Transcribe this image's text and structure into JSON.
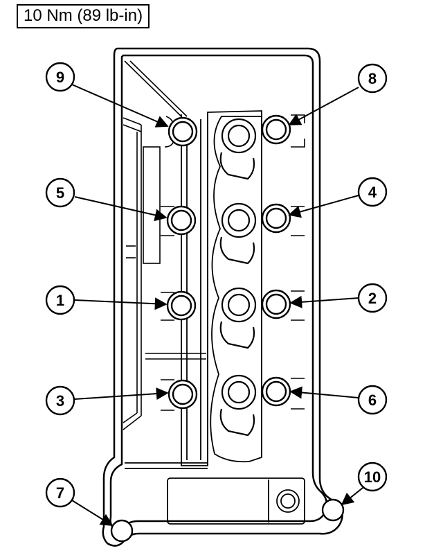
{
  "torque_spec": "10 Nm (89 lb-in)",
  "callouts": [
    {
      "key": "9",
      "label": "9"
    },
    {
      "key": "8",
      "label": "8"
    },
    {
      "key": "5",
      "label": "5"
    },
    {
      "key": "4",
      "label": "4"
    },
    {
      "key": "1",
      "label": "1"
    },
    {
      "key": "2",
      "label": "2"
    },
    {
      "key": "3",
      "label": "3"
    },
    {
      "key": "6",
      "label": "6"
    },
    {
      "key": "7",
      "label": "7"
    },
    {
      "key": "10",
      "label": "10"
    }
  ]
}
